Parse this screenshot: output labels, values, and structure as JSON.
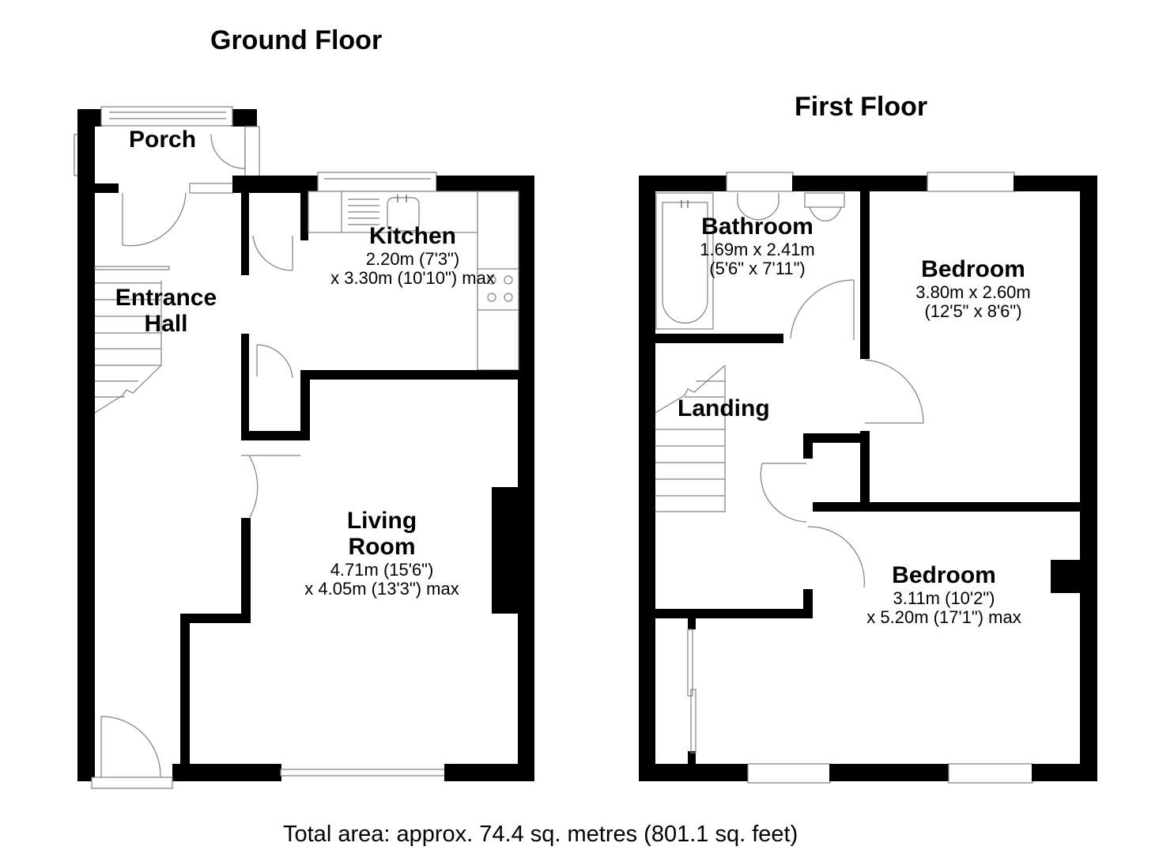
{
  "ground_floor": {
    "title": "Ground Floor",
    "rooms": {
      "porch": {
        "name": "Porch"
      },
      "entrance_hall": {
        "name_line1": "Entrance",
        "name_line2": "Hall"
      },
      "kitchen": {
        "name": "Kitchen",
        "dim_line1": "2.20m (7'3\")",
        "dim_line2": "x 3.30m (10'10\") max"
      },
      "living_room": {
        "name_line1": "Living",
        "name_line2": "Room",
        "dim_line1": "4.71m (15'6\")",
        "dim_line2": "x 4.05m (13'3\") max"
      }
    }
  },
  "first_floor": {
    "title": "First Floor",
    "rooms": {
      "bathroom": {
        "name": "Bathroom",
        "dim_line1": "1.69m x 2.41m",
        "dim_line2": "(5'6\" x 7'11\")"
      },
      "bedroom_1": {
        "name": "Bedroom",
        "dim_line1": "3.80m x 2.60m",
        "dim_line2": "(12'5\" x 8'6\")"
      },
      "landing": {
        "name": "Landing"
      },
      "bedroom_2": {
        "name": "Bedroom",
        "dim_line1": "3.11m (10'2\")",
        "dim_line2": "x 5.20m (17'1\") max"
      }
    }
  },
  "footer": {
    "total_area": "Total area: approx. 74.4 sq. metres (801.1 sq. feet)"
  },
  "colors": {
    "wall": "#000000",
    "fixture_line": "#808080",
    "background": "#ffffff"
  }
}
